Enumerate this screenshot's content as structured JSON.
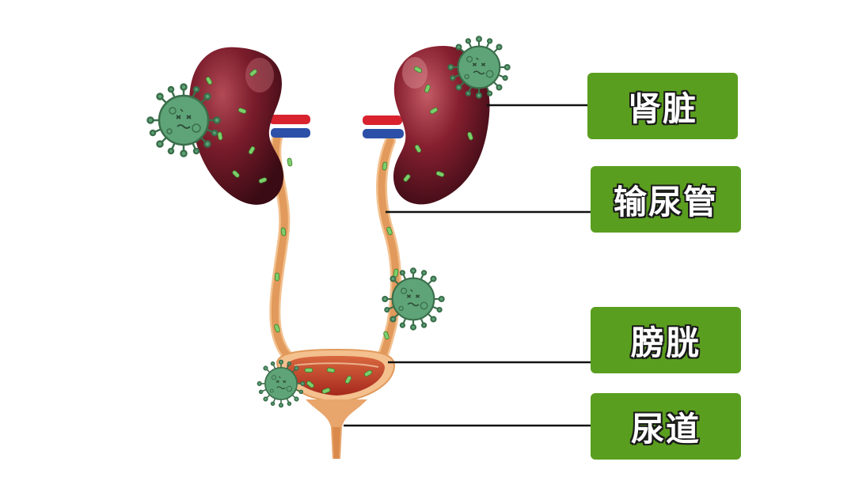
{
  "labels": {
    "kidney": "肾脏",
    "ureter": "输尿管",
    "bladder": "膀胱",
    "urethra": "尿道"
  },
  "colors": {
    "label_bg": "#5a9e1f",
    "kidney": "#7a1a2a",
    "ureter": "#e8a56c",
    "virus": "#5ea478",
    "artery": "#d8232f",
    "vein": "#2c4fa8"
  }
}
